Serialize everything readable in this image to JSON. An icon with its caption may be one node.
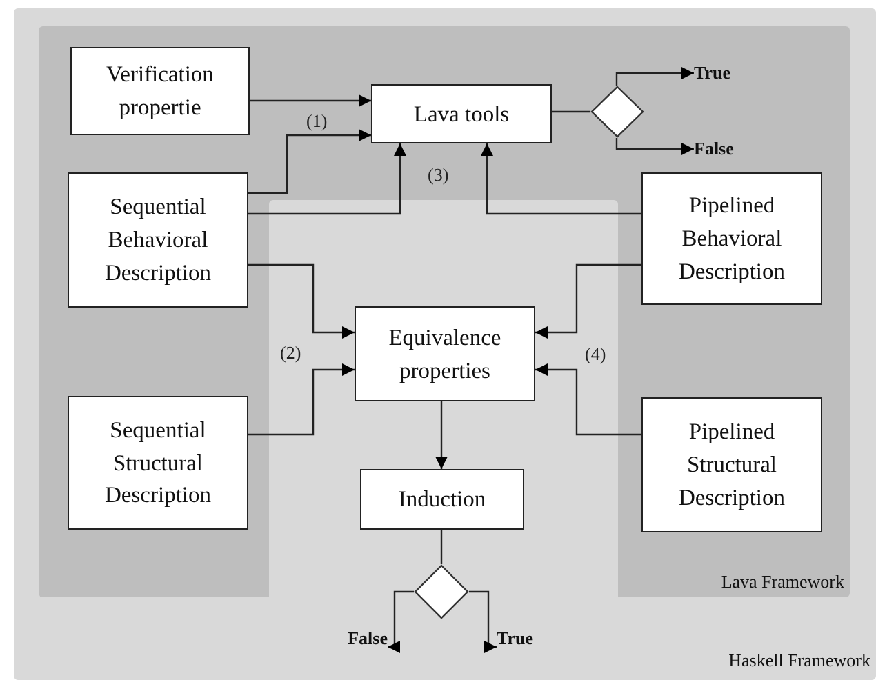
{
  "diagram": {
    "nodes": [
      {
        "text": [
          "Haskell Framework"
        ]
      },
      {
        "text": [
          "Lava Framework"
        ],
        "in": 0
      },
      {
        "text": [
          "Verification propertie"
        ],
        "in": 1
      },
      {
        "text": [
          "Lava tools"
        ],
        "in": 1
      },
      {
        "text": [],
        "shape": "diamond",
        "in": 1
      },
      {
        "text": [
          "True"
        ],
        "in": 1
      },
      {
        "text": [
          "False"
        ],
        "in": 1
      },
      {
        "text": [
          "Sequential Behavioral Description"
        ],
        "in": 1
      },
      {
        "text": [
          "Pipelined Behavioral Description"
        ],
        "in": 1
      },
      {
        "text": [
          "Equivalence properties"
        ],
        "in": 1
      },
      {
        "text": [
          "Sequential Structural Description"
        ],
        "in": 1
      },
      {
        "text": [
          "Pipelined Structural Description"
        ],
        "in": 1
      },
      {
        "text": [
          "Induction"
        ],
        "in": 1
      },
      {
        "text": [],
        "shape": "diamond",
        "in": 0
      },
      {
        "text": [
          "False"
        ],
        "in": 0
      },
      {
        "text": [
          "True"
        ],
        "in": 0
      }
    ],
    "edges": [
      {
        "from": 2,
        "to": 3,
        "arrow": "to"
      },
      {
        "from": 7,
        "to": 3,
        "arrow": "to"
      },
      {
        "from": 7,
        "to": 3,
        "arrow": "to"
      },
      {
        "from": 8,
        "to": 3,
        "arrow": "to"
      },
      {
        "from": 3,
        "to": 4,
        "arrow": "none"
      },
      {
        "from": 4,
        "to": 5,
        "arrow": "to"
      },
      {
        "from": 4,
        "to": 6,
        "arrow": "to"
      },
      {
        "from": 7,
        "to": 9,
        "arrow": "to"
      },
      {
        "from": 10,
        "to": 9,
        "arrow": "to"
      },
      {
        "from": 8,
        "to": 9,
        "arrow": "to"
      },
      {
        "from": 11,
        "to": 9,
        "arrow": "to"
      },
      {
        "from": 9,
        "to": 12,
        "arrow": "to"
      },
      {
        "from": 12,
        "to": 13,
        "arrow": "none"
      },
      {
        "from": 13,
        "to": 14,
        "arrow": "to"
      },
      {
        "from": 13,
        "to": 15,
        "arrow": "to"
      }
    ],
    "labels": [
      "(1)",
      "(3)",
      "(2)",
      "(4)"
    ]
  }
}
